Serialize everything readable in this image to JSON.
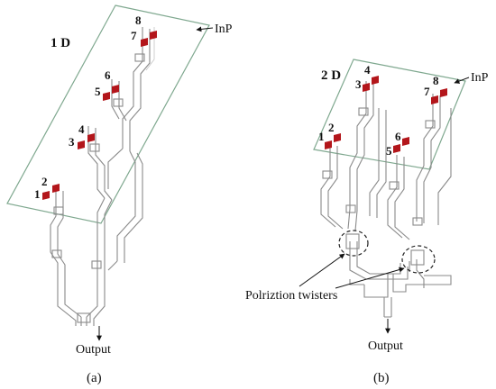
{
  "colors": {
    "electrode": "#b3161b",
    "waveguide": "#8a8a8a",
    "plane": "#7fa88f",
    "text": "#111111"
  },
  "panel_a": {
    "title": "1 D",
    "plane_label": "InP",
    "output_label": "Output",
    "caption": "(a)",
    "ports": [
      "1",
      "2",
      "3",
      "4",
      "5",
      "6",
      "7",
      "8"
    ]
  },
  "panel_b": {
    "title": "2 D",
    "plane_label": "InP",
    "output_label": "Output",
    "caption": "(b)",
    "twister_label": "Polriztion twisters",
    "ports": [
      "1",
      "2",
      "3",
      "4",
      "5",
      "6",
      "7",
      "8"
    ]
  }
}
